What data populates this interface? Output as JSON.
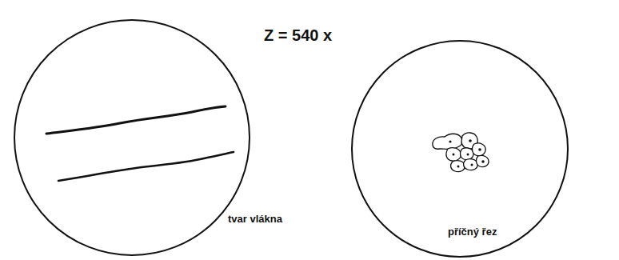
{
  "diagram": {
    "nodes": [
      {
        "text": [
          "tvar vlákna"
        ]
      },
      {
        "text": [
          "příčný řez"
        ]
      }
    ],
    "labels": [
      "Z = 540 x"
    ]
  }
}
